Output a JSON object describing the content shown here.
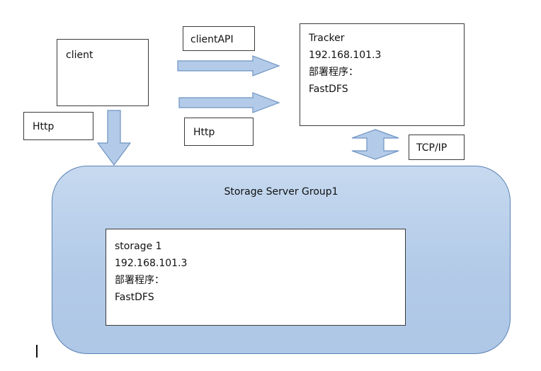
{
  "client": {
    "label": "client"
  },
  "client_api": {
    "label": "clientAPI"
  },
  "http_left": {
    "label": "Http"
  },
  "http_mid": {
    "label": "Http"
  },
  "tcp_ip": {
    "label": "TCP/IP"
  },
  "tracker": {
    "lines": [
      "Tracker",
      "192.168.101.3",
      "部署程序：",
      "FastDFS"
    ]
  },
  "storage_group": {
    "title": "Storage Server Group1"
  },
  "storage1": {
    "lines": [
      "storage 1",
      "192.168.101.3",
      "部署程序：",
      "FastDFS"
    ]
  },
  "colors": {
    "arrow_fill": "#b3cbe8",
    "arrow_stroke": "#6f93c3",
    "group_fill": "#b3cbe8",
    "group_border": "#5b82b5"
  }
}
